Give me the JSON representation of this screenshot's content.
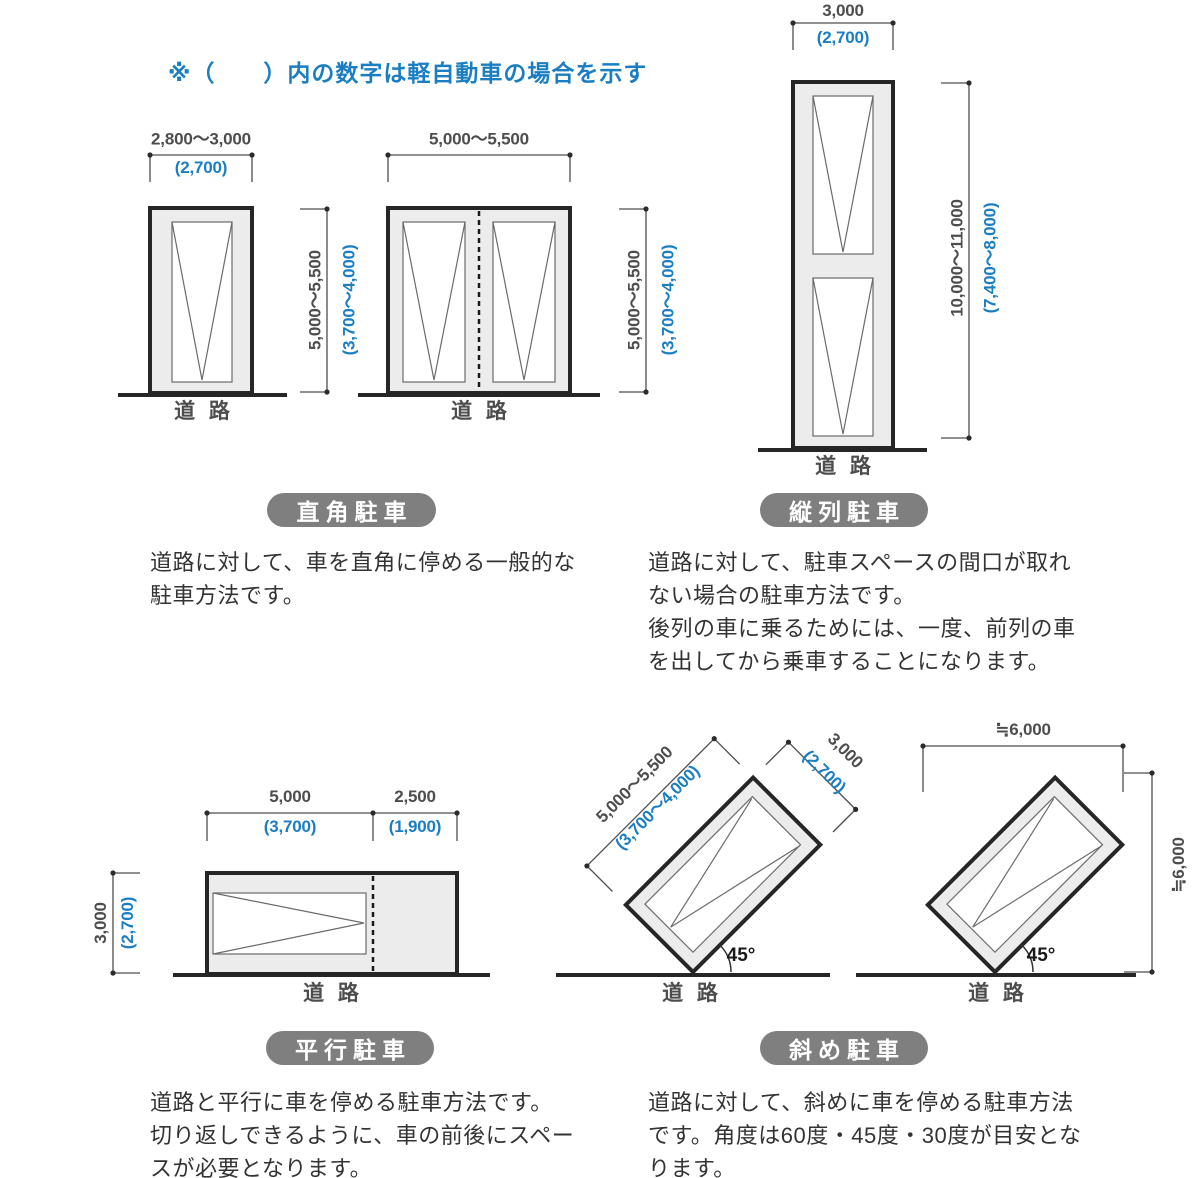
{
  "note": "※（　　）内の数字は軽自動車の場合を示す",
  "road_label": "道 路",
  "colors": {
    "accent_blue": "#1b7ec2",
    "badge_bg": "#7f7f7f",
    "lot_fill": "#ececec",
    "line_dark": "#262626",
    "dim_text": "#4d4d4d",
    "body_text": "#333333"
  },
  "sections": {
    "perpendicular": {
      "badge": "直角駐車",
      "description": [
        "道路に対して、車を直角に停める一般的な",
        "駐車方法です。"
      ],
      "single": {
        "width": "2,800〜3,000",
        "width_kei": "(2,700)",
        "depth": "5,000〜5,500",
        "depth_kei": "(3,700〜4,000)"
      },
      "double": {
        "width": "5,000〜5,500",
        "depth": "5,000〜5,500",
        "depth_kei": "(3,700〜4,000)"
      }
    },
    "tandem": {
      "badge": "縦列駐車",
      "description": [
        "道路に対して、駐車スペースの間口が取れ",
        "ない場合の駐車方法です。",
        "後列の車に乗るためには、一度、前列の車",
        "を出してから乗車することになります。"
      ],
      "width": "3,000",
      "width_kei": "(2,700)",
      "depth": "10,000〜11,000",
      "depth_kei": "(7,400〜8,000)"
    },
    "parallel": {
      "badge": "平行駐車",
      "description": [
        "道路と平行に車を停める駐車方法です。",
        "切り返しできるように、車の前後にスペー",
        "スが必要となります。"
      ],
      "length": "5,000",
      "length_kei": "(3,700)",
      "turn_space": "2,500",
      "turn_space_kei": "(1,900)",
      "depth": "3,000",
      "depth_kei": "(2,700)"
    },
    "angled": {
      "badge": "斜め駐車",
      "description": [
        "道路に対して、斜めに車を停める駐車方法",
        "です。角度は60度・45度・30度が目安とな",
        "ります。"
      ],
      "length": "5,000〜5,500",
      "length_kei": "(3,700〜4,000)",
      "width": "3,000",
      "width_kei": "(2,700)",
      "angle": "45°",
      "approx_width": "≒6,000",
      "approx_height": "≒6,000"
    }
  }
}
